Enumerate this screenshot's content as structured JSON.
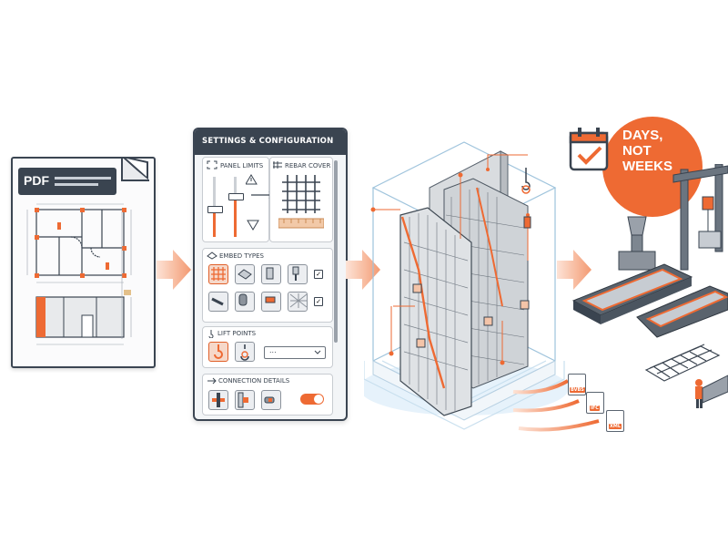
{
  "pdf": {
    "title": "PDF"
  },
  "settings": {
    "title": "SETTINGS & CONFIGURATION",
    "sections": {
      "panel_limits": "PANEL LIMITS",
      "rebar_cover": "REBAR COVER",
      "embed_types": "EMBED TYPES",
      "lift_points": "LIFT POINTS",
      "connection_details": "CONNECTION DETAILS"
    },
    "lift_select": "...",
    "slider_levels": [
      0.45,
      0.8
    ]
  },
  "badge": {
    "line1": "DAYS,",
    "line2": "NOT",
    "line3": "WEEKS"
  },
  "exports": [
    "BVBS",
    "IFC",
    "XML"
  ],
  "colors": {
    "accent": "#ee6a33",
    "dark": "#3a4450",
    "arrow": "#f6a784",
    "grey": "#e8eaec"
  },
  "icons": [
    "pdf-document-icon",
    "floor-plan-icon",
    "settings-panel-icon",
    "calendar-check-icon",
    "factory-icon",
    "rebar-icon",
    "crane-hook-icon"
  ]
}
